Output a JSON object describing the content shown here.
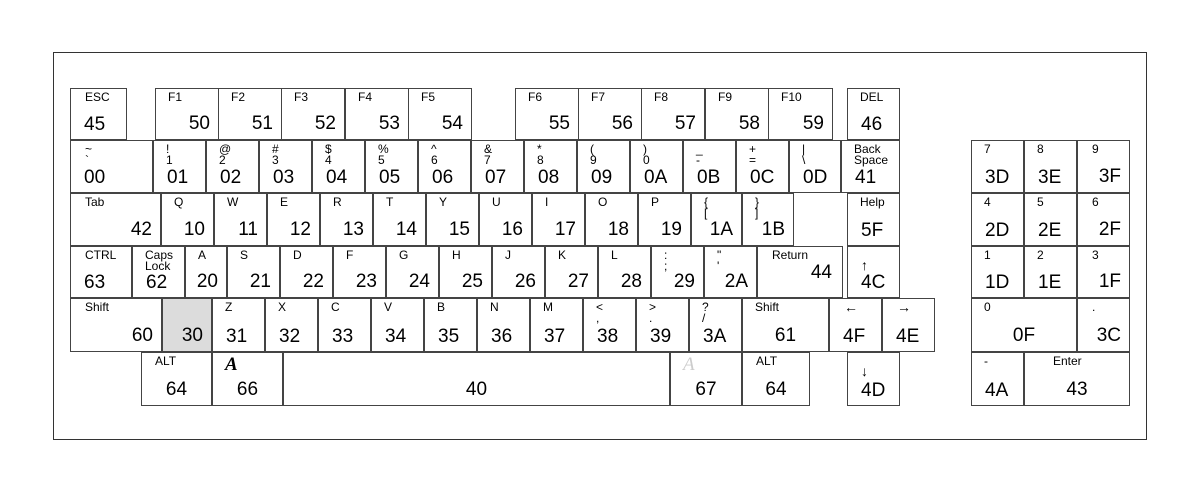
{
  "keys": [
    {
      "top": "ESC",
      "code": "45"
    },
    {
      "top": "F1",
      "code": "50"
    },
    {
      "top": "F2",
      "code": "51"
    },
    {
      "top": "F3",
      "code": "52"
    },
    {
      "top": "F4",
      "code": "53"
    },
    {
      "top": "F5",
      "code": "54"
    },
    {
      "top": "F6",
      "code": "55"
    },
    {
      "top": "F7",
      "code": "56"
    },
    {
      "top": "F8",
      "code": "57"
    },
    {
      "top": "F9",
      "code": "58"
    },
    {
      "top": "F10",
      "code": "59"
    },
    {
      "top": "DEL",
      "code": "46"
    },
    {
      "top": "~\n`",
      "code": "00"
    },
    {
      "top": "!\n1",
      "code": "01"
    },
    {
      "top": "@\n2",
      "code": "02"
    },
    {
      "top": "#\n3",
      "code": "03"
    },
    {
      "top": "$\n4",
      "code": "04"
    },
    {
      "top": "%\n5",
      "code": "05"
    },
    {
      "top": "^\n6",
      "code": "06"
    },
    {
      "top": "&\n7",
      "code": "07"
    },
    {
      "top": "*\n8",
      "code": "08"
    },
    {
      "top": "(\n9",
      "code": "09"
    },
    {
      "top": ")\n0",
      "code": "0A"
    },
    {
      "top": "_\n-",
      "code": "0B"
    },
    {
      "top": "+\n=",
      "code": "0C"
    },
    {
      "top": "|\n\\",
      "code": "0D"
    },
    {
      "top": "Back\nSpace",
      "code": "41"
    },
    {
      "top": "Tab",
      "code": "42"
    },
    {
      "top": "Q",
      "code": "10"
    },
    {
      "top": "W",
      "code": "11"
    },
    {
      "top": "E",
      "code": "12"
    },
    {
      "top": "R",
      "code": "13"
    },
    {
      "top": "T",
      "code": "14"
    },
    {
      "top": "Y",
      "code": "15"
    },
    {
      "top": "U",
      "code": "16"
    },
    {
      "top": "I",
      "code": "17"
    },
    {
      "top": "O",
      "code": "18"
    },
    {
      "top": "P",
      "code": "19"
    },
    {
      "top": "{\n[",
      "code": "1A"
    },
    {
      "top": "}\n]",
      "code": "1B"
    },
    {
      "top": "Help",
      "code": "5F"
    },
    {
      "top": "CTRL",
      "code": "63"
    },
    {
      "top": "Caps\nLock",
      "code": "62"
    },
    {
      "top": "A",
      "code": "20"
    },
    {
      "top": "S",
      "code": "21"
    },
    {
      "top": "D",
      "code": "22"
    },
    {
      "top": "F",
      "code": "23"
    },
    {
      "top": "G",
      "code": "24"
    },
    {
      "top": "H",
      "code": "25"
    },
    {
      "top": "J",
      "code": "26"
    },
    {
      "top": "K",
      "code": "27"
    },
    {
      "top": "L",
      "code": "28"
    },
    {
      "top": ":\n;",
      "code": "29"
    },
    {
      "top": "\"\n'",
      "code": "2A"
    },
    {
      "top": "Return",
      "code": "44"
    },
    {
      "top": "↑",
      "code": "4C"
    },
    {
      "top": "Shift",
      "code": "60"
    },
    {
      "top": "",
      "code": "30"
    },
    {
      "top": "Z",
      "code": "31"
    },
    {
      "top": "X",
      "code": "32"
    },
    {
      "top": "C",
      "code": "33"
    },
    {
      "top": "V",
      "code": "34"
    },
    {
      "top": "B",
      "code": "35"
    },
    {
      "top": "N",
      "code": "36"
    },
    {
      "top": "M",
      "code": "37"
    },
    {
      "top": "<\n,",
      "code": "38"
    },
    {
      "top": ">\n.",
      "code": "39"
    },
    {
      "top": "?\n/",
      "code": "3A"
    },
    {
      "top": "Shift",
      "code": "61"
    },
    {
      "top": "←",
      "code": "4F"
    },
    {
      "top": "→",
      "code": "4E"
    },
    {
      "top": "ALT",
      "code": "64"
    },
    {
      "top": "A",
      "code": "66"
    },
    {
      "top": "",
      "code": "40"
    },
    {
      "top": "A",
      "code": "67"
    },
    {
      "top": "ALT",
      "code": "64"
    },
    {
      "top": "↓",
      "code": "4D"
    },
    {
      "top": "7",
      "code": "3D"
    },
    {
      "top": "8",
      "code": "3E"
    },
    {
      "top": "9",
      "code": "3F"
    },
    {
      "top": "4",
      "code": "2D"
    },
    {
      "top": "5",
      "code": "2E"
    },
    {
      "top": "6",
      "code": "2F"
    },
    {
      "top": "1",
      "code": "1D"
    },
    {
      "top": "2",
      "code": "1E"
    },
    {
      "top": "3",
      "code": "1F"
    },
    {
      "top": "0",
      "code": "0F"
    },
    {
      "top": ".",
      "code": "3C"
    },
    {
      "top": "-",
      "code": "4A"
    },
    {
      "top": "Enter",
      "code": "43"
    }
  ]
}
